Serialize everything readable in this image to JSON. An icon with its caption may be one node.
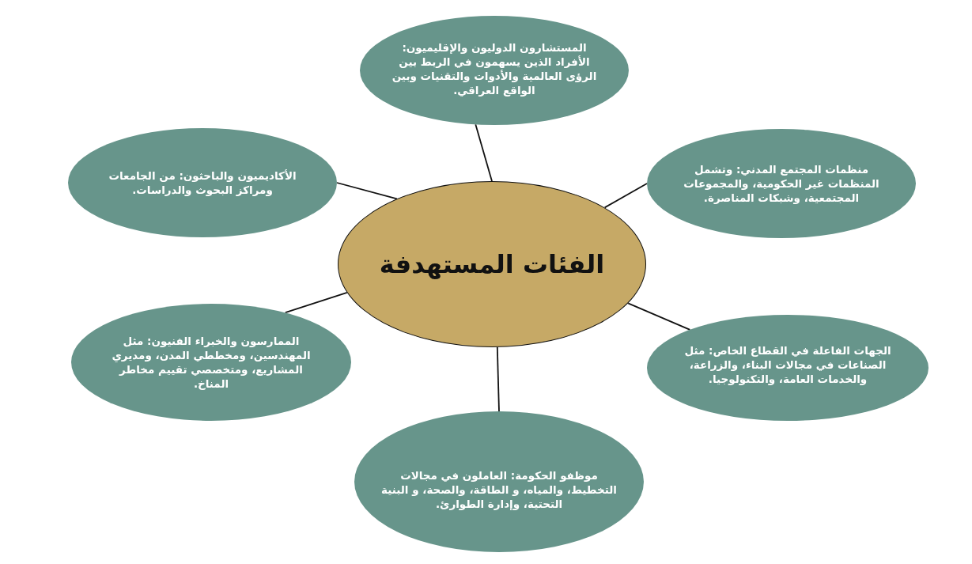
{
  "diagram": {
    "nodes": [
      {
        "text": [
          "الفئات المستهدفة"
        ]
      },
      {
        "text": [
          "المستشارون الدوليون والإقليميون: الأفراد الذين يسهمون في الربط بين الرؤى العالمية والأدوات والتقنيات وبين الواقع العراقي."
        ]
      },
      {
        "text": [
          "منظمات المجتمع المدني: وتشمل المنظمات غير الحكومية، والمجموعات المجتمعية، وشبكات المناصرة."
        ]
      },
      {
        "text": [
          "الأكاديميون والباحثون: من الجامعات ومراكز البحوث والدراسات."
        ]
      },
      {
        "text": [
          "الجهات الفاعلة في القطاع الخاص: مثل الصناعات في مجالات البناء، والزراعة، والخدمات العامة، والتكنولوجيا."
        ]
      },
      {
        "text": [
          "الممارسون والخبراء الفنيون: مثل المهندسين، ومخططي المدن، ومديري المشاريع، ومتخصصي تقييم مخاطر المناخ."
        ]
      },
      {
        "text": [
          "موظفو الحكومة: العاملون في مجالات التخطيط، والمياه، و الطاقة، والصحة، و البنية التحتية، وإدارة الطوارئ."
        ]
      }
    ],
    "edges": [
      {
        "from": 0,
        "to": 1,
        "arrow": "none"
      },
      {
        "from": 0,
        "to": 2,
        "arrow": "none"
      },
      {
        "from": 0,
        "to": 3,
        "arrow": "none"
      },
      {
        "from": 0,
        "to": 4,
        "arrow": "none"
      },
      {
        "from": 0,
        "to": 5,
        "arrow": "none"
      },
      {
        "from": 0,
        "to": 6,
        "arrow": "none"
      }
    ]
  }
}
